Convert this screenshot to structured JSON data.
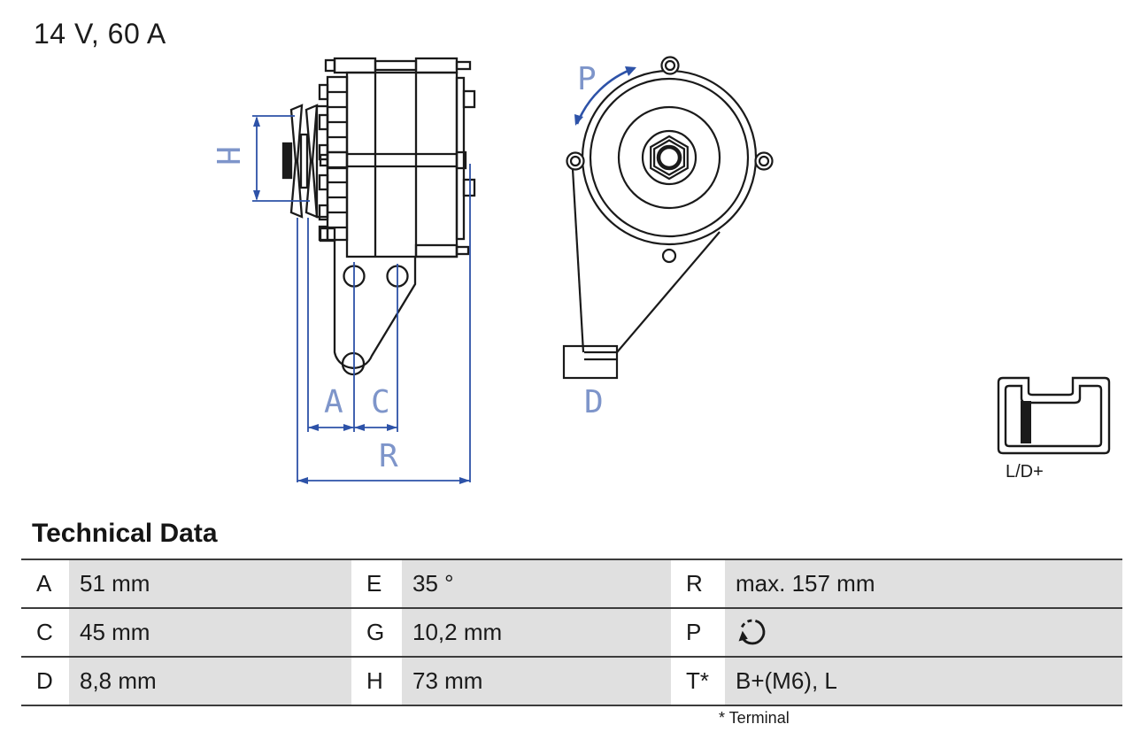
{
  "header": {
    "title": "14 V, 60 A"
  },
  "drawing": {
    "dimension_labels": {
      "h": "H",
      "a": "A",
      "c": "C",
      "r": "R",
      "p": "P",
      "d": "D"
    },
    "connector": {
      "label": "L/D+"
    },
    "colors": {
      "outline": "#1a1a1a",
      "dimension_line": "#2d52a8",
      "dimension_label": "#7e95ca"
    }
  },
  "technical_data": {
    "heading": "Technical Data",
    "footnote": "* Terminal",
    "rows": [
      {
        "cells": [
          {
            "label": "A",
            "value": "51 mm"
          },
          {
            "label": "E",
            "value": "35 °"
          },
          {
            "label": "R",
            "value": "max. 157 mm"
          }
        ]
      },
      {
        "cells": [
          {
            "label": "C",
            "value": "45 mm"
          },
          {
            "label": "G",
            "value": "10,2 mm"
          },
          {
            "label": "P",
            "value": "",
            "icon": "clockwise-rotation-icon"
          }
        ]
      },
      {
        "cells": [
          {
            "label": "D",
            "value": "8,8 mm"
          },
          {
            "label": "H",
            "value": "73 mm"
          },
          {
            "label": "T*",
            "value": "B+(M6), L"
          }
        ]
      }
    ]
  }
}
